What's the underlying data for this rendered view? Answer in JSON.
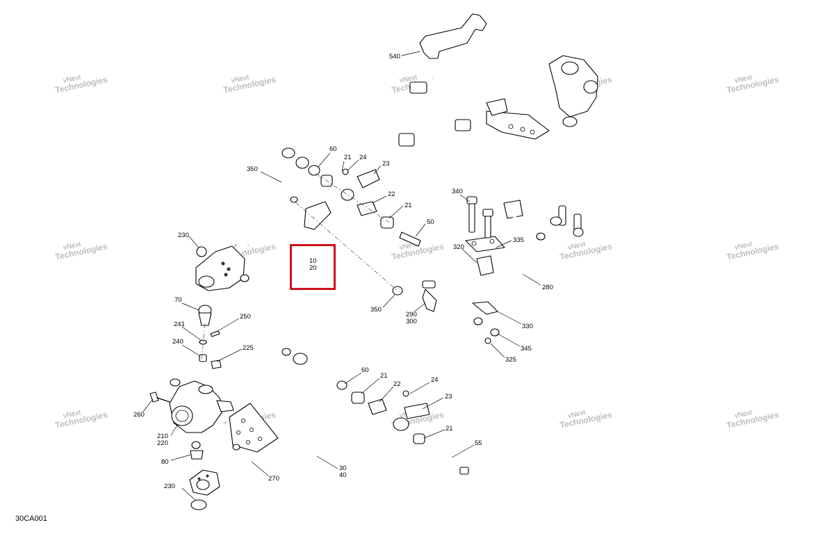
{
  "diagram_code": "30CA001",
  "watermark": {
    "line1": "vNext",
    "line2": "Technologies"
  },
  "highlight_color": "#d0101e",
  "callouts": {
    "c540": "540",
    "c350_top": "350",
    "c60_top": "60",
    "c21_top": "21",
    "c24_top": "24",
    "c23_top": "23",
    "c22_top": "22",
    "c21_mid": "21",
    "c50": "50",
    "c230_top": "230",
    "c10": "10",
    "c20": "20",
    "c340": "340",
    "c335": "335",
    "c320": "320",
    "c280": "280",
    "c350_mid": "350",
    "c290": "290",
    "c300": "300",
    "c330": "330",
    "c345": "345",
    "c325": "325",
    "c70": "70",
    "c241": "241",
    "c250": "250",
    "c240": "240",
    "c225": "225",
    "c260": "260",
    "c210": "210",
    "c220": "220",
    "c80": "80",
    "c230_bot": "230",
    "c270": "270",
    "c30": "30",
    "c40": "40",
    "c60_bot": "60",
    "c21_bot": "21",
    "c22_bot": "22",
    "c24_bot": "24",
    "c23_bot": "23",
    "c21_bot2": "21",
    "c55": "55"
  }
}
